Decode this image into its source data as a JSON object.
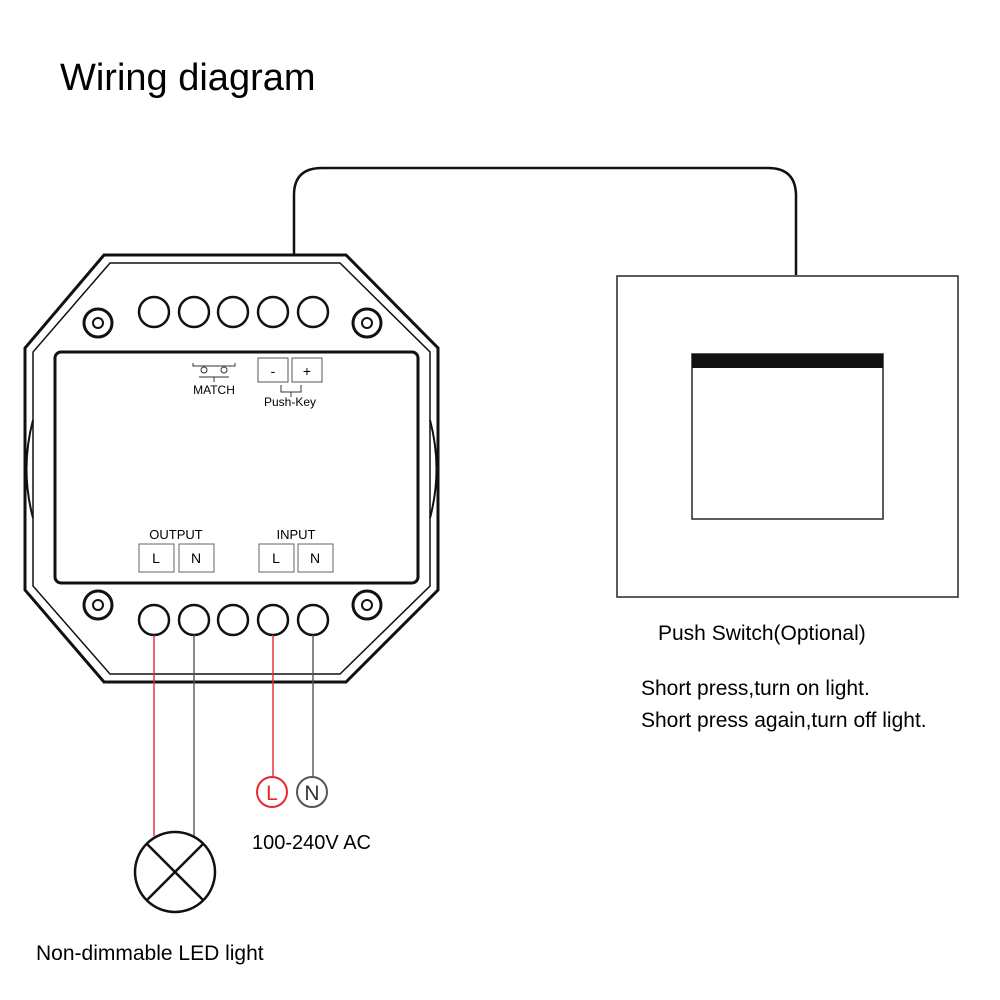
{
  "title": "Wiring diagram",
  "controller": {
    "match_label": "MATCH",
    "pushkey_label": "Push-Key",
    "pushkey_minus": "-",
    "pushkey_plus": "+",
    "output_label": "OUTPUT",
    "input_label": "INPUT",
    "terminal_l": "L",
    "terminal_n": "N"
  },
  "mains": {
    "l": "L",
    "n": "N",
    "voltage": "100-240V AC"
  },
  "push_switch": {
    "caption": "Push Switch(Optional)",
    "line1": "Short press,turn on light.",
    "line2": "Short press again,turn off light."
  },
  "load": {
    "caption": "Non-dimmable LED light"
  },
  "colors": {
    "live_wire": "#e8282f",
    "neutral_wire": "#555555",
    "outline": "#111111"
  }
}
